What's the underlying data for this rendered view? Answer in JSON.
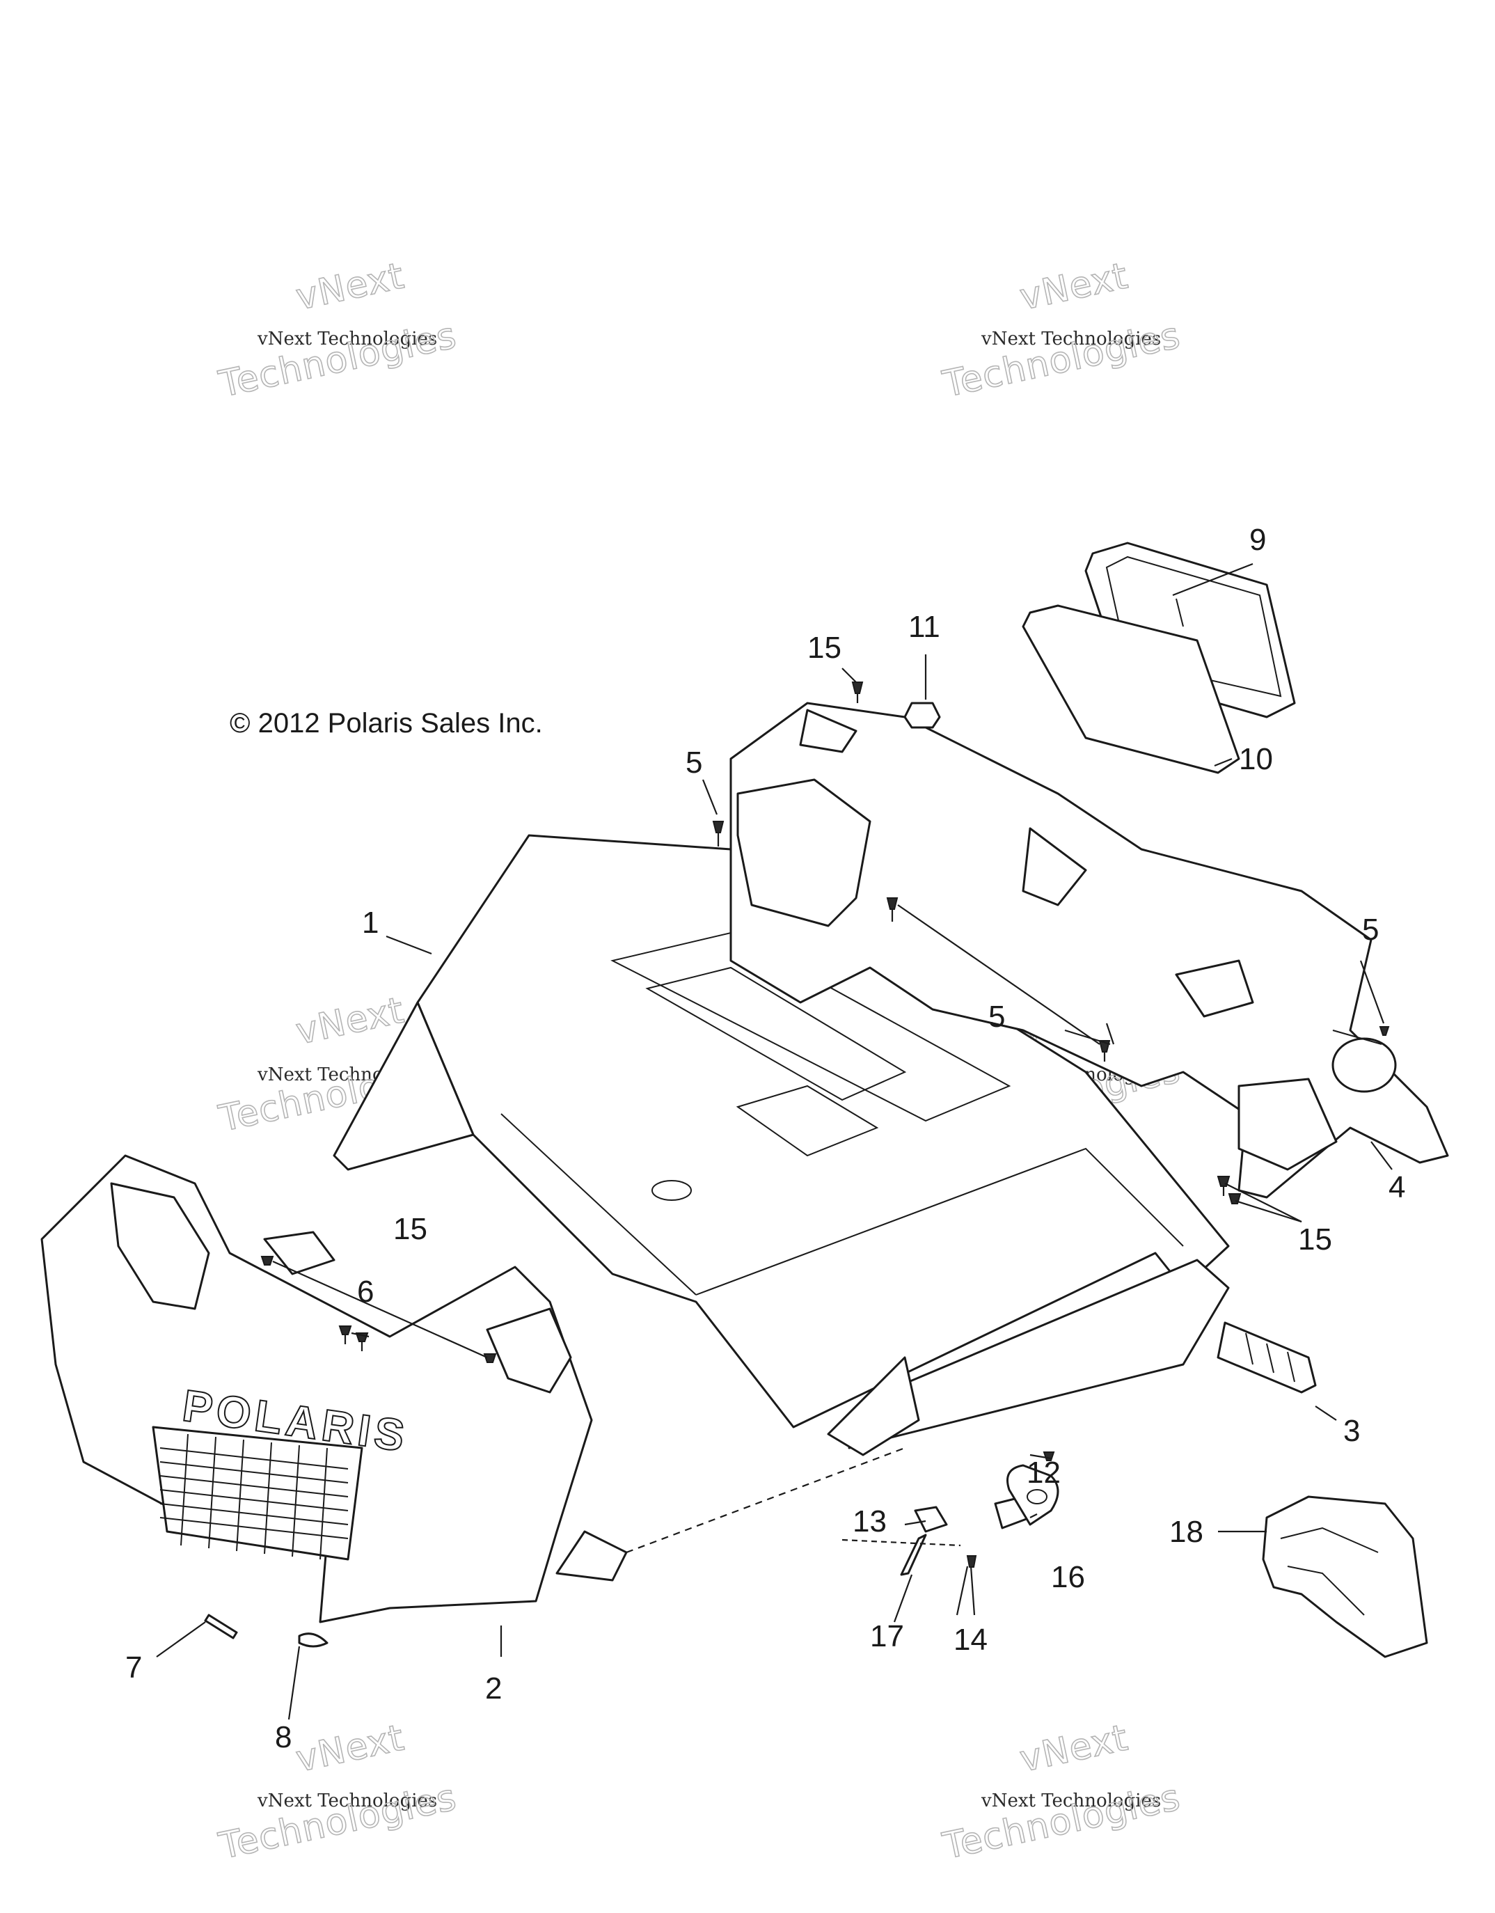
{
  "copyright": "© 2012 Polaris Sales Inc.",
  "brand_text": "POLARIS",
  "watermark": {
    "small": "vNext Technologies",
    "big_line1": "vNext",
    "big_line2": "Technologies"
  },
  "callouts": [
    "1",
    "2",
    "3",
    "4",
    "5",
    "5",
    "5",
    "5",
    "6",
    "7",
    "8",
    "9",
    "10",
    "11",
    "12",
    "13",
    "14",
    "15",
    "15",
    "15",
    "16",
    "17",
    "18"
  ]
}
